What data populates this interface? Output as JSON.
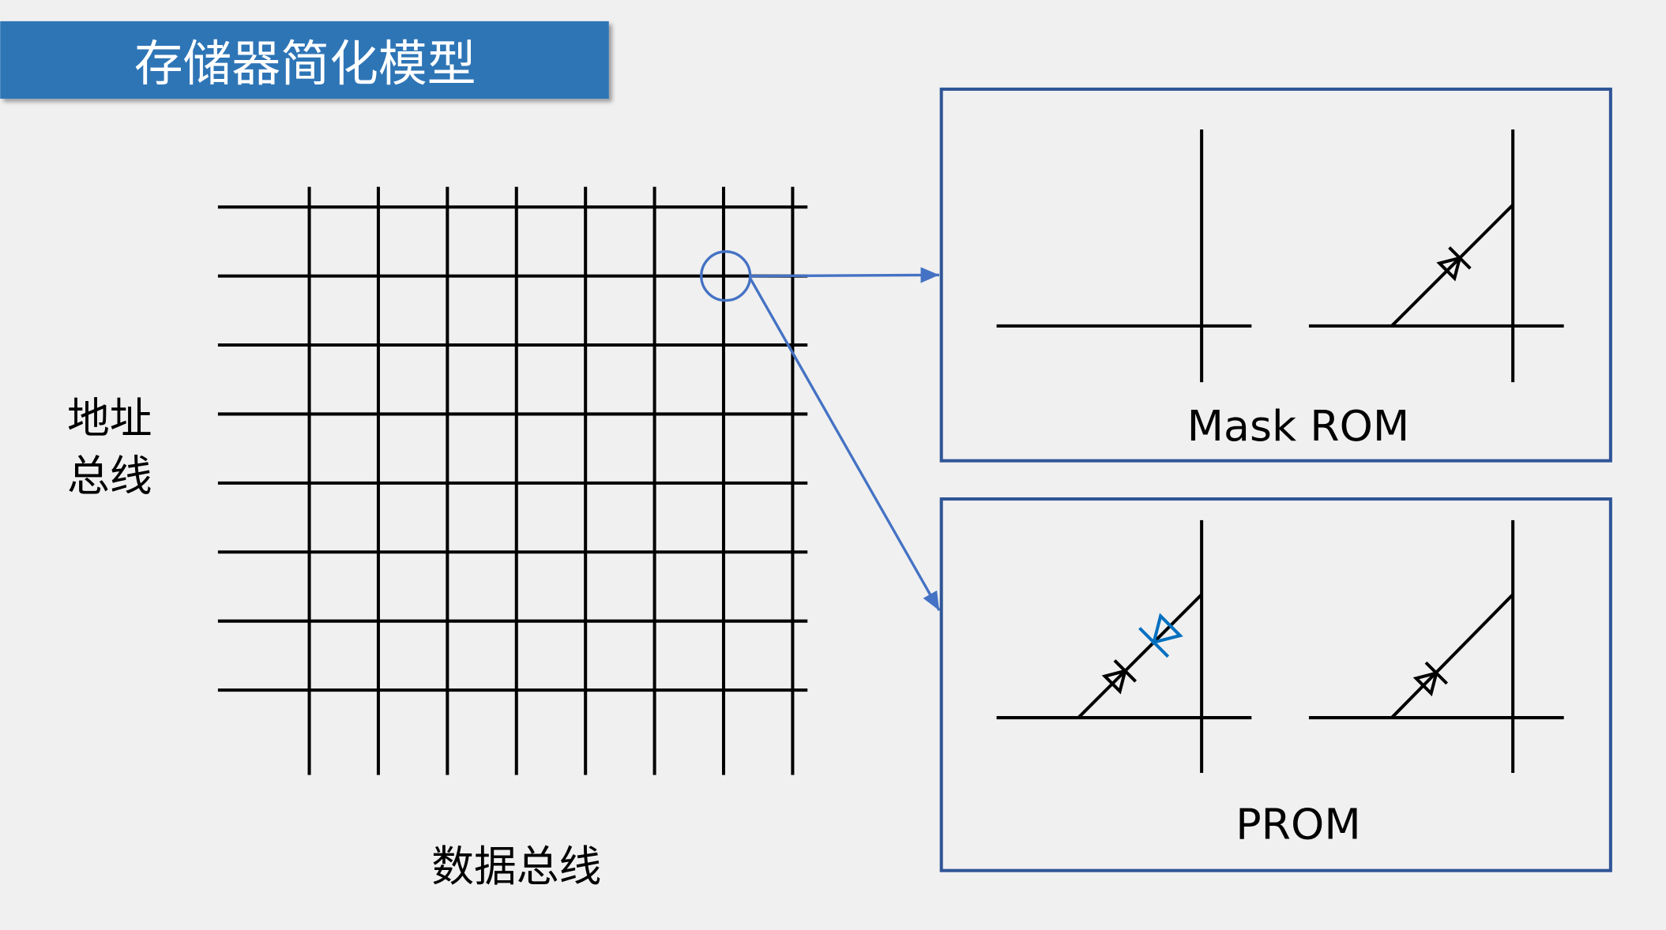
{
  "title": "存储器简化模型",
  "labels": {
    "address_bus_line1": "地址",
    "address_bus_line2": "总线",
    "data_bus": "数据总线",
    "mask_rom": "Mask ROM",
    "prom": "PROM"
  },
  "colors": {
    "banner": "#2e75b6",
    "box_border": "#2f5597",
    "pointer": "#4472c4",
    "blown_diode": "#0070c0"
  }
}
